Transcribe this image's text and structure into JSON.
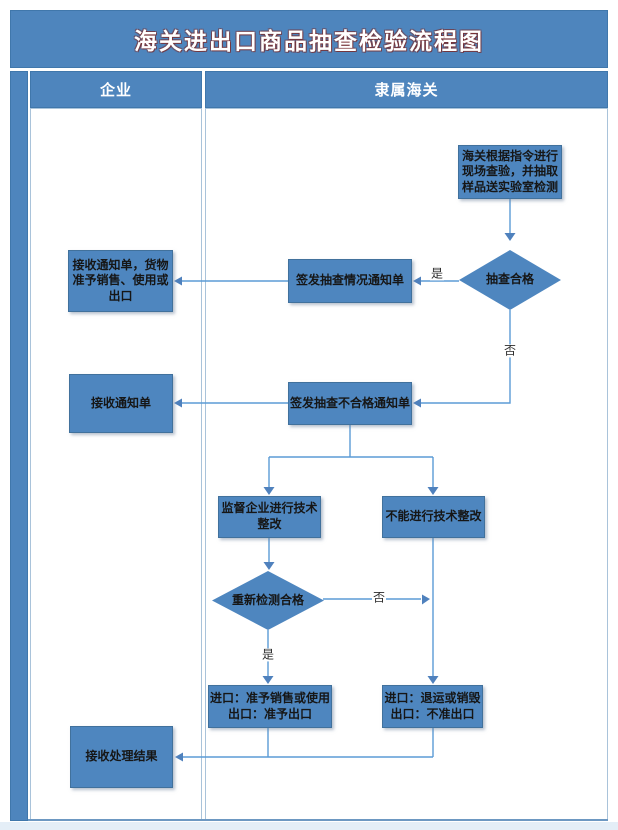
{
  "page": {
    "title": "海关进出口商品抽查检验流程图"
  },
  "lanes": {
    "left_header": "企业",
    "right_header": "隶属海关"
  },
  "nodes": {
    "inspect": {
      "label": "海关根据指令进行\n现场查验，并抽取\n样品送实验室检测",
      "shape": "rect",
      "lane": "隶属海关"
    },
    "check_pass": {
      "label": "抽查合格",
      "shape": "diamond",
      "lane": "隶属海关"
    },
    "issue_notice": {
      "label": "签发抽查情况通知单",
      "shape": "rect",
      "lane": "隶属海关"
    },
    "receive_ok": {
      "label": "接收通知单，货物\n准予销售、使用或\n出口",
      "shape": "rect",
      "lane": "企业"
    },
    "issue_fail_notice": {
      "label": "签发抽查不合格通知单",
      "shape": "rect",
      "lane": "隶属海关"
    },
    "receive_notice": {
      "label": "接收通知单",
      "shape": "rect",
      "lane": "企业"
    },
    "supervise": {
      "label": "监督企业进行技术\n整改",
      "shape": "rect",
      "lane": "隶属海关"
    },
    "cannot_rectify": {
      "label": "不能进行技术整改",
      "shape": "rect",
      "lane": "隶属海关"
    },
    "recheck": {
      "label": "重新检测合格",
      "shape": "diamond",
      "lane": "隶属海关"
    },
    "result_pass": {
      "label": "进口：准予销售或使用\n出口：准予出口",
      "shape": "rect",
      "lane": "隶属海关"
    },
    "result_fail": {
      "label": "进口：退运或销毁\n出口：不准出口",
      "shape": "rect",
      "lane": "隶属海关"
    },
    "receive_result": {
      "label": "接收处理结果",
      "shape": "rect",
      "lane": "企业"
    }
  },
  "edge_labels": {
    "yes_from_check": "是",
    "no_from_check": "否",
    "no_from_recheck": "否",
    "yes_from_recheck": "是"
  },
  "colors": {
    "accent_blue": "#4e85bd",
    "node_fill": "#4e86bf",
    "node_border": "#41719c",
    "connector": "#5b9bd5",
    "arrowhead": "#4f81bd",
    "title_text": "#ffffff",
    "title_outline": "#7a2a2a",
    "node_text": "#161616",
    "frame_border": "#6d98c2",
    "lane_border": "#a9c3da",
    "footer_strip": "#e4eef7"
  }
}
